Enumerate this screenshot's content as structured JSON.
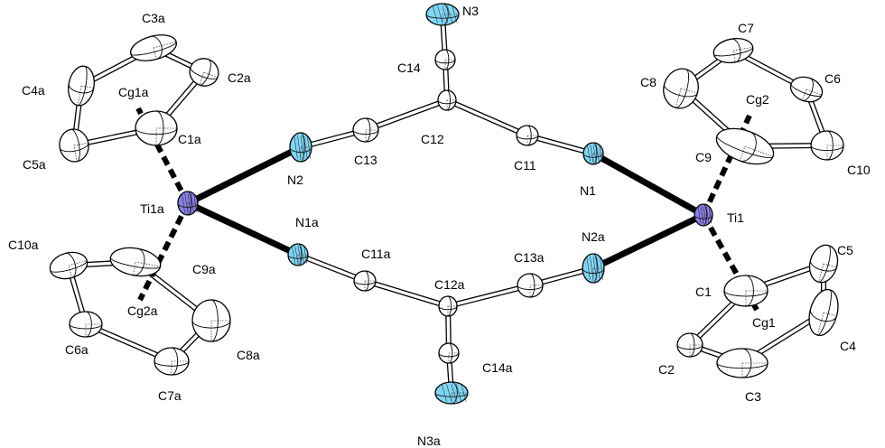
{
  "figure": {
    "colors": {
      "bond": "#000000",
      "metal_bond": "#000000",
      "carbon_atom": "#ffffff",
      "nitrogen_atom": "#7fd6f5",
      "titanium_atom": "#8a80e6",
      "outline": "#000000"
    },
    "labels": {
      "C3a": "C3a",
      "C2a": "C2a",
      "C4a": "C4a",
      "Cg1a": "Cg1a",
      "C1a": "C1a",
      "C5a": "C5a",
      "Ti1a": "Ti1a",
      "C10a": "C10a",
      "C9a": "C9a",
      "Cg2a": "Cg2a",
      "C6a": "C6a",
      "C8a": "C8a",
      "C7a": "C7a",
      "N3": "N3",
      "C14": "C14",
      "C12": "C12",
      "N2": "N2",
      "C13": "C13",
      "C11": "C11",
      "N1": "N1",
      "N1a": "N1a",
      "C11a": "C11a",
      "C12a": "C12a",
      "C13a": "C13a",
      "N2a": "N2a",
      "C14a": "C14a",
      "N3a": "N3a",
      "C7": "C7",
      "C8": "C8",
      "C6": "C6",
      "Cg2": "Cg2",
      "C9": "C9",
      "C10": "C10",
      "Ti1": "Ti1",
      "C5": "C5",
      "C1": "C1",
      "Cg1": "Cg1",
      "C4": "C4",
      "C2": "C2",
      "C3": "C3"
    }
  }
}
